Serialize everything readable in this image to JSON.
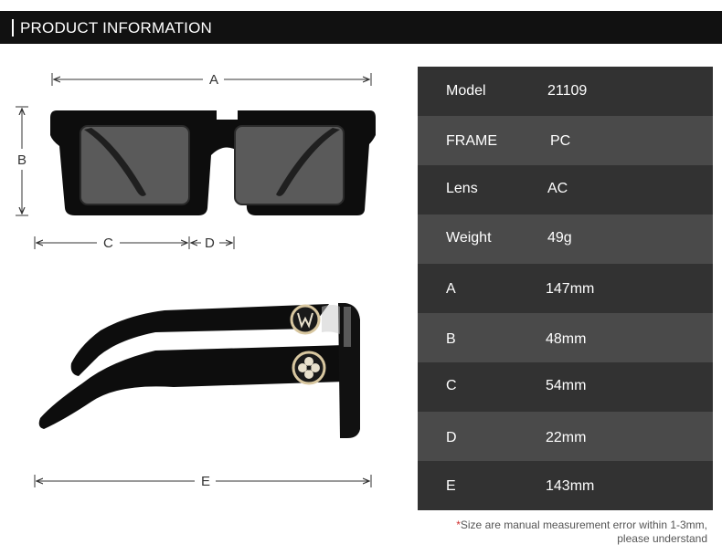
{
  "header": {
    "title": "PRODUCT INFORMATION"
  },
  "dimensions": {
    "a": "A",
    "b": "B",
    "c": "C",
    "d": "D",
    "e": "E"
  },
  "specs": [
    {
      "label": "Model",
      "value": "21109"
    },
    {
      "label": "FRAME",
      "value": "PC"
    },
    {
      "label": "Lens",
      "value": "AC"
    },
    {
      "label": "Weight",
      "value": "49g"
    },
    {
      "label": "A",
      "value": "147mm"
    },
    {
      "label": "B",
      "value": "48mm"
    },
    {
      "label": "C",
      "value": "54mm"
    },
    {
      "label": "D",
      "value": "22mm"
    },
    {
      "label": "E",
      "value": "143mm"
    }
  ],
  "note": {
    "star": "*",
    "line1": "Size are manual measurement error within 1-3mm,",
    "line2": "please understand"
  },
  "colors": {
    "header_bg": "#111111",
    "row_dark": "#323232",
    "row_light": "#4a4a4a",
    "note_star": "#d03030"
  }
}
